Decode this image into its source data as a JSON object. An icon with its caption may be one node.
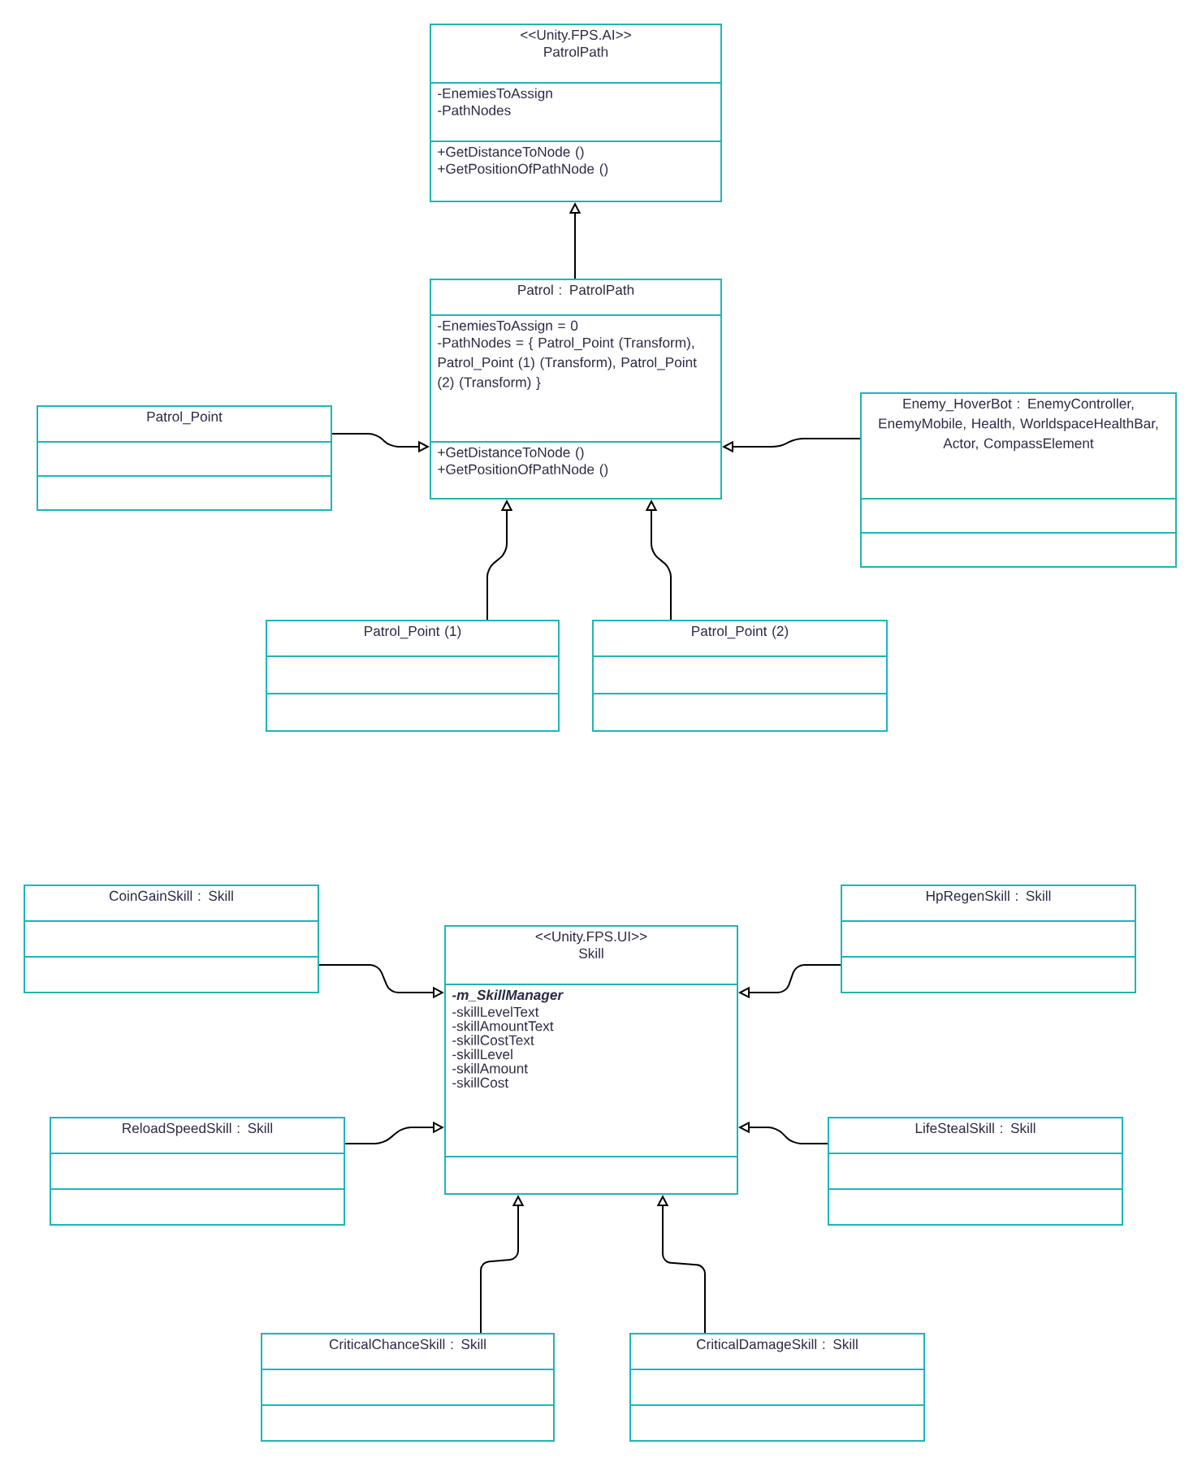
{
  "diagram": {
    "nodes": [
      {
        "text": [
          "<<Unity.FPS.AI>>",
          "PatrolPath",
          "-EnemiesToAssign",
          "-PathNodes",
          "+GetDistanceToNode ()",
          "+GetPositionOfPathNode ()"
        ]
      },
      {
        "text": [
          "Patrol : PatrolPath",
          "-EnemiesToAssign = 0",
          "-PathNodes = { Patrol_Point (Transform), Patrol_Point (1) (Transform), Patrol_Point (2) (Transform) }",
          "+GetDistanceToNode ()",
          "+GetPositionOfPathNode ()"
        ]
      },
      {
        "text": [
          "Patrol_Point"
        ]
      },
      {
        "text": [
          "Enemy_HoverBot : EnemyController, EnemyMobile, Health, WorldspaceHealthBar, Actor, CompassElement"
        ]
      },
      {
        "text": [
          "Patrol_Point (1)"
        ]
      },
      {
        "text": [
          "Patrol_Point (2)"
        ]
      },
      {
        "text": [
          "CoinGainSkill : Skill"
        ]
      },
      {
        "text": [
          "HpRegenSkill : Skill"
        ]
      },
      {
        "text": [
          "<<Unity.FPS.UI>>",
          "Skill",
          "-m_SkillManager",
          "-skillLevelText",
          "-skillAmountText",
          "-skillCostText",
          "-skillLevel",
          "-skillAmount",
          "-skillCost"
        ]
      },
      {
        "text": [
          "ReloadSpeedSkill : Skill"
        ]
      },
      {
        "text": [
          "LifeStealSkill : Skill"
        ]
      },
      {
        "text": [
          "CriticalChanceSkill : Skill"
        ]
      },
      {
        "text": [
          "CriticalDamageSkill : Skill"
        ]
      }
    ],
    "edges": [
      {
        "from": 1,
        "to": 0,
        "arrow": "to"
      },
      {
        "from": 2,
        "to": 1,
        "arrow": "to"
      },
      {
        "from": 3,
        "to": 1,
        "arrow": "to"
      },
      {
        "from": 4,
        "to": 1,
        "arrow": "to"
      },
      {
        "from": 5,
        "to": 1,
        "arrow": "to"
      },
      {
        "from": 6,
        "to": 8,
        "arrow": "to"
      },
      {
        "from": 7,
        "to": 8,
        "arrow": "to"
      },
      {
        "from": 9,
        "to": 8,
        "arrow": "to"
      },
      {
        "from": 10,
        "to": 8,
        "arrow": "to"
      },
      {
        "from": 11,
        "to": 8,
        "arrow": "to"
      },
      {
        "from": 12,
        "to": 8,
        "arrow": "to"
      }
    ]
  }
}
